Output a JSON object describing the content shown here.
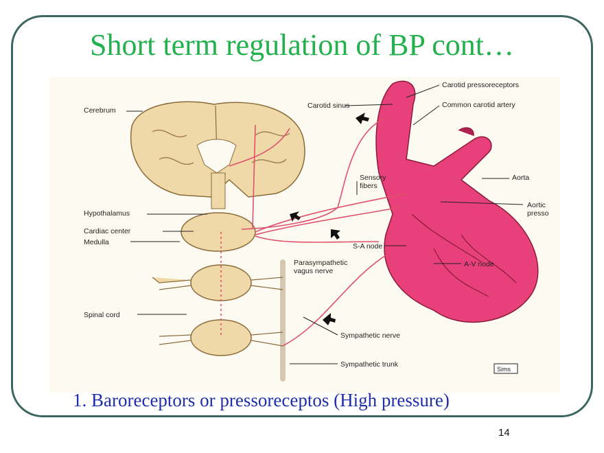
{
  "slide": {
    "title": "Short term regulation of BP cont…",
    "caption": "1. Baroreceptors  or pressoreceptos (High pressure)",
    "page_number": "14"
  },
  "diagram": {
    "labels": {
      "cerebrum": "Cerebrum",
      "hypothalamus": "Hypothalamus",
      "cardiac_center": "Cardiac center",
      "medulla": "Medulla",
      "spinal_cord": "Spinal cord",
      "carotid_sinus": "Carotid sinus",
      "carotid_pressoreceptors": "Carotid pressoreceptors",
      "common_carotid_artery": "Common carotid artery",
      "sensory_fibers_1": "Sensory",
      "sensory_fibers_2": "fibers",
      "aorta": "Aorta",
      "aortic_1": "Aortic",
      "aortic_2": "presso",
      "sa_node": "S-A node",
      "av_node": "A-V node",
      "parasympathetic_1": "Parasympathetic",
      "parasympathetic_2": "vagus nerve",
      "sympathetic_nerve": "Sympathetic nerve",
      "sympathetic_trunk": "Sympathetic trunk",
      "signature": "Sims"
    },
    "colors": {
      "title": "#23b14d",
      "caption": "#1f2fa8",
      "frame": "#3d6660",
      "heart": "#e8407a",
      "nerve": "#e0506c",
      "tissue": "#f0d9a8"
    }
  }
}
